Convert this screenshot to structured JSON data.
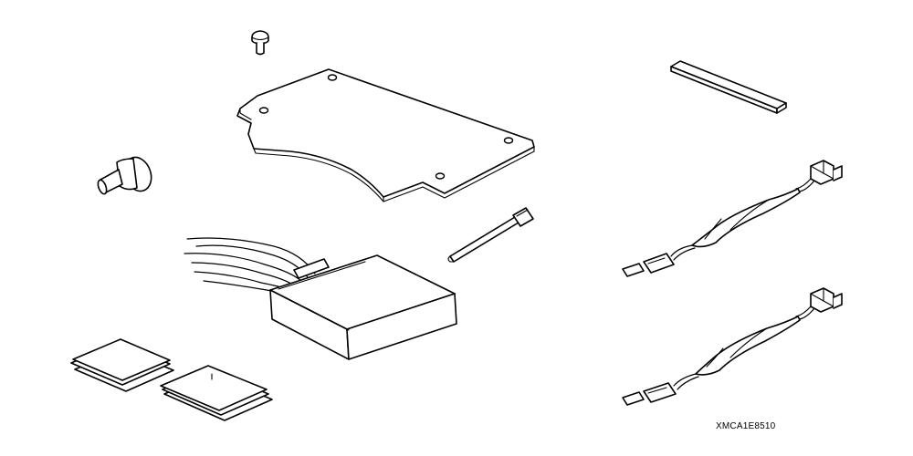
{
  "diagram": {
    "reference_code": "XMCA1E8510",
    "parts": [
      {
        "id": "screw",
        "icon": "screw-icon"
      },
      {
        "id": "mounting-plate",
        "icon": "plate-icon"
      },
      {
        "id": "grommet",
        "icon": "grommet-icon"
      },
      {
        "id": "control-unit",
        "icon": "module-icon"
      },
      {
        "id": "cable-tie",
        "icon": "cable-tie-icon"
      },
      {
        "id": "foam-tape",
        "icon": "tape-icon"
      },
      {
        "id": "harness-upper",
        "icon": "harness-icon"
      },
      {
        "id": "harness-lower",
        "icon": "harness-icon"
      },
      {
        "id": "cleaning-pads-left",
        "icon": "pad-icon"
      },
      {
        "id": "cleaning-pads-right",
        "icon": "pad-icon"
      }
    ]
  }
}
